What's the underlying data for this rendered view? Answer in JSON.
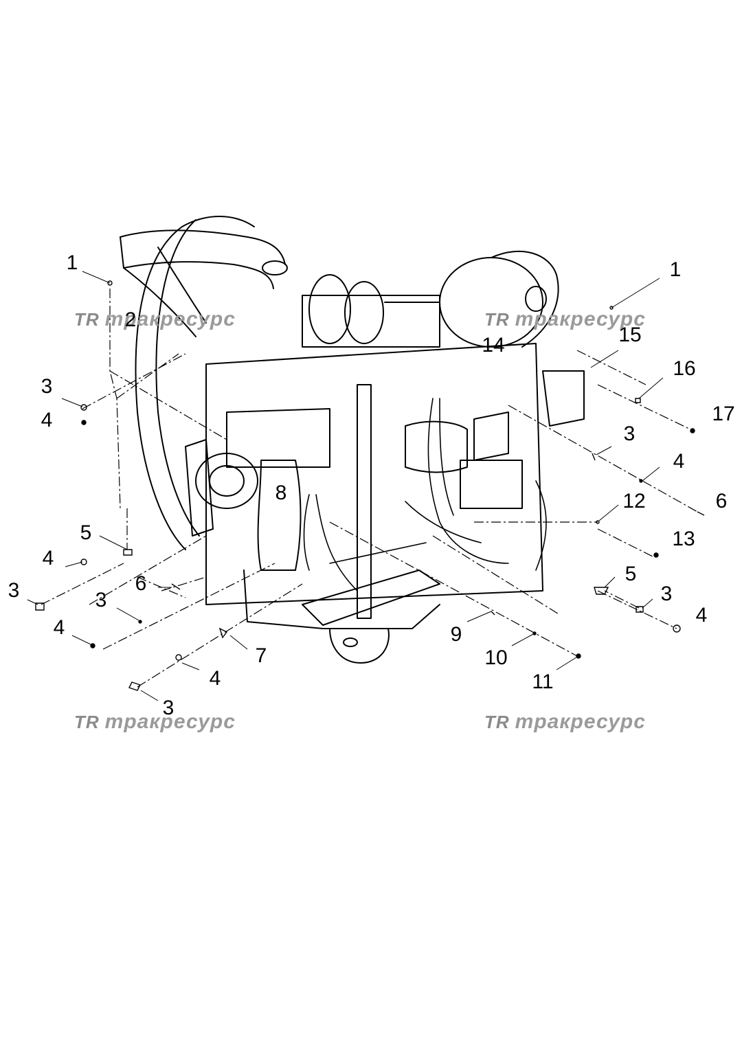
{
  "watermark": {
    "logo": "TR",
    "text": "тракресурс"
  },
  "callouts": [
    "1",
    "2",
    "3",
    "4",
    "1",
    "14",
    "15",
    "16",
    "17",
    "3",
    "4",
    "6",
    "12",
    "13",
    "5",
    "3",
    "4",
    "8",
    "5",
    "4",
    "3",
    "6",
    "3",
    "4",
    "7",
    "4",
    "3",
    "9",
    "10",
    "11"
  ]
}
